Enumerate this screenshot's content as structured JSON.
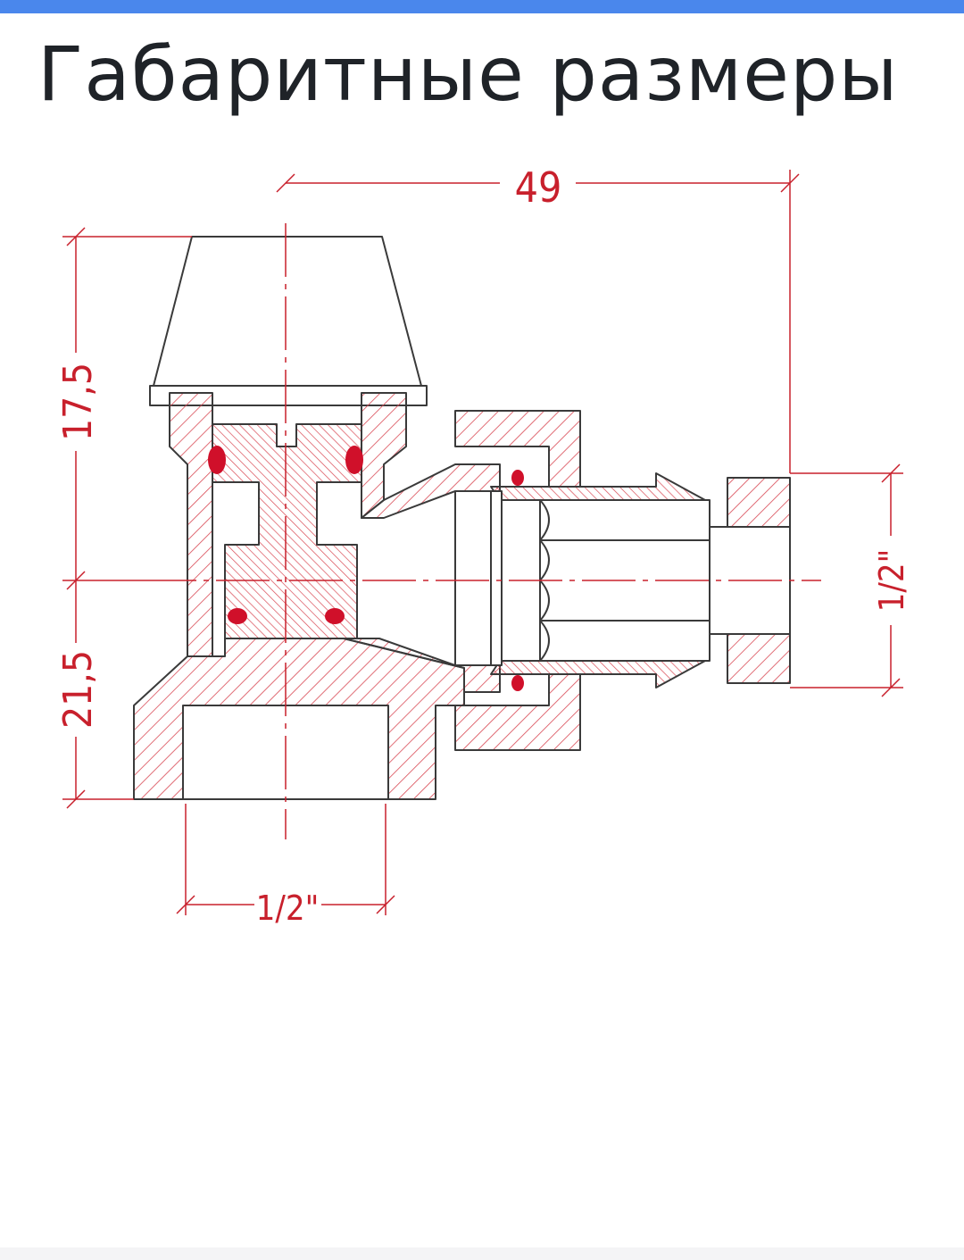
{
  "page": {
    "title": "Габаритные размеры"
  },
  "diagram": {
    "dimensions": {
      "width_top": "49",
      "height_upper": "17,5",
      "height_lower": "21,5",
      "thread_bottom": "1/2\"",
      "thread_right": "1/2\""
    },
    "colors": {
      "dimension_line": "#c8202c",
      "hatch": "#d94a55",
      "outline": "#3a3a3a",
      "seal": "#d0102a",
      "accent_bar": "#4a87ec"
    }
  }
}
